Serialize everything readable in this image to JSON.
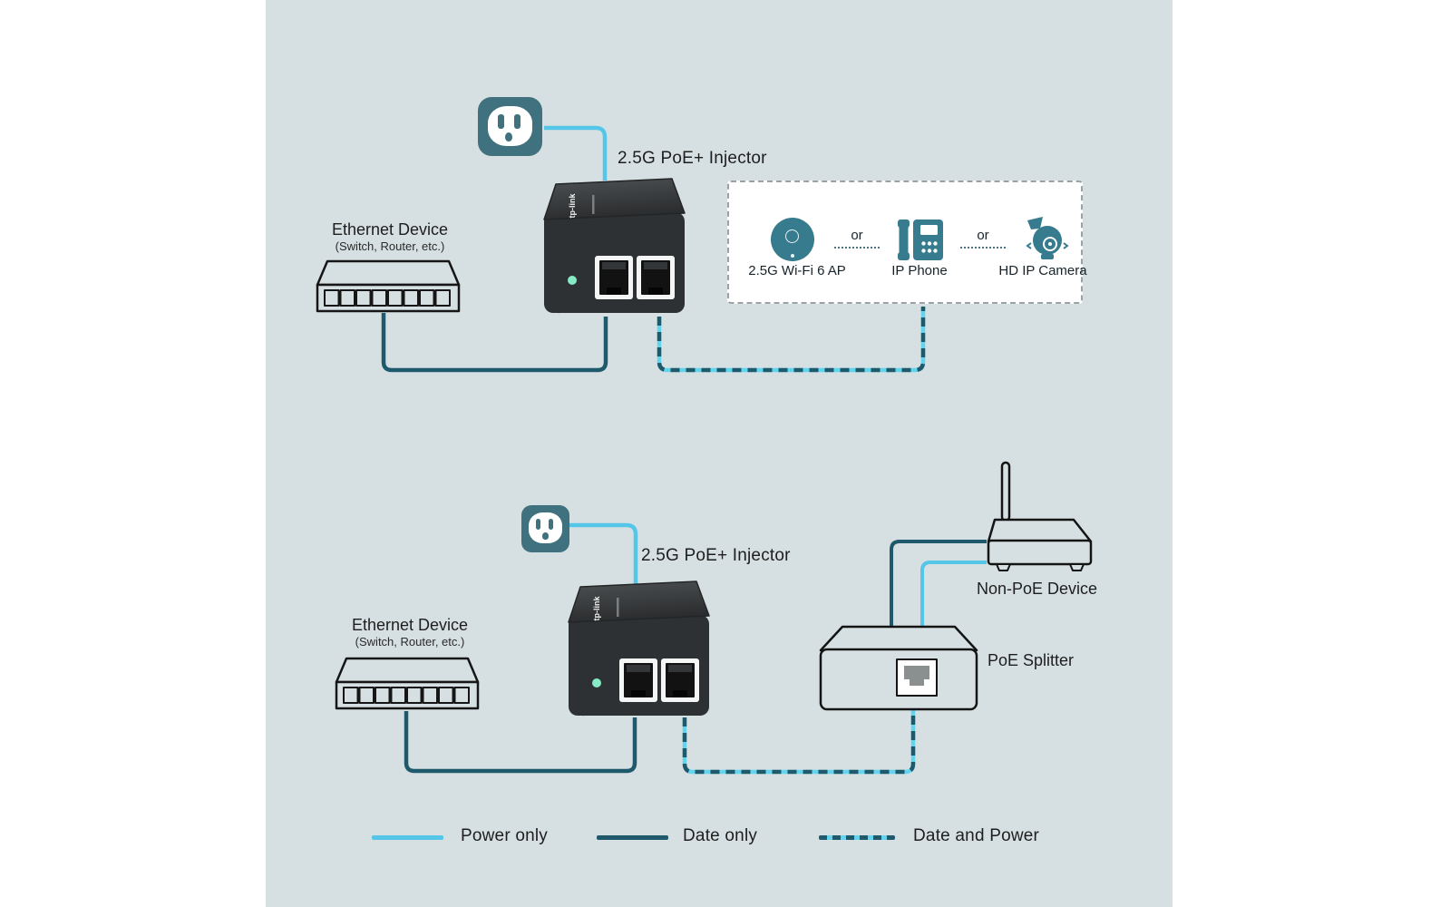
{
  "colors": {
    "background": "#D6E0E2",
    "power_line": "#56C6E8",
    "data_line": "#1E5A6B",
    "dash_highlight": "#62D4EE",
    "device_icon_teal": "#377B8E",
    "outlet_teal": "#40717F",
    "injector_body": "#2E3133",
    "led_green": "#86EAC6"
  },
  "top_section": {
    "injector_label": "2.5G PoE+ Injector",
    "ethernet_device": {
      "title": "Ethernet Device",
      "subtitle": "(Switch, Router, etc.)"
    },
    "powered_devices_box": {
      "separator": "or",
      "devices": [
        {
          "label": "2.5G Wi-Fi 6 AP",
          "icon": "wifi-ap-icon"
        },
        {
          "label": "IP Phone",
          "icon": "ip-phone-icon"
        },
        {
          "label": "HD IP Camera",
          "icon": "ip-camera-icon"
        }
      ]
    }
  },
  "bottom_section": {
    "injector_label": "2.5G PoE+ Injector",
    "ethernet_device": {
      "title": "Ethernet Device",
      "subtitle": "(Switch, Router, etc.)"
    },
    "poe_splitter_label": "PoE Splitter",
    "non_poe_device_label": "Non-PoE Device"
  },
  "legend": {
    "power_only": "Power only",
    "data_only": "Date only",
    "data_and_power": "Date and Power"
  },
  "injector_logo": "tp-link"
}
